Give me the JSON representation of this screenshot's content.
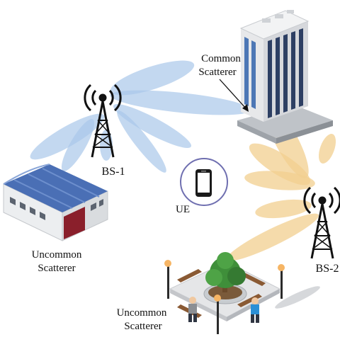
{
  "labels": {
    "common_scatterer_line1": "Common",
    "common_scatterer_line2": "Scatterer",
    "bs1": "BS-1",
    "bs2": "BS-2",
    "ue": "UE",
    "uncommon_left_line1": "Uncommon",
    "uncommon_left_line2": "Scatterer",
    "uncommon_bottom_line1": "Uncommon",
    "uncommon_bottom_line2": "Scatterer"
  },
  "colors": {
    "bs1_beam": "#a9c8ea",
    "bs2_beam": "#f2cf8f",
    "ue_circle": "#6f6fb0",
    "building_window": "#2d3f63",
    "warehouse_roof": "#4a6fb5",
    "warehouse_door": "#8a1f2b",
    "tree_green": "#3f8f3a"
  }
}
